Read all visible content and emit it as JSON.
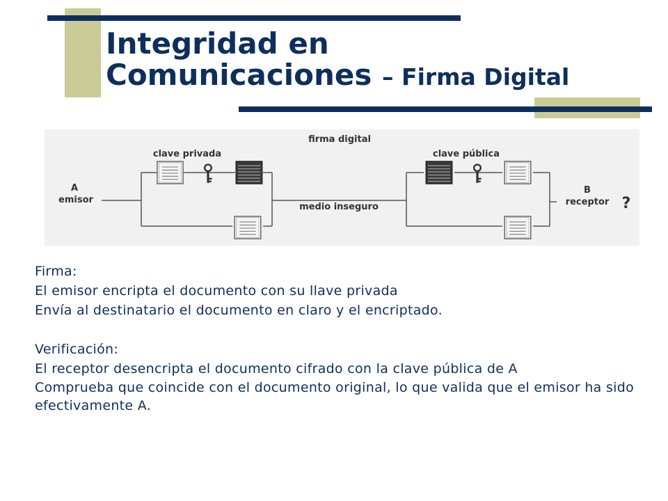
{
  "slide": {
    "title_line1": "Integridad en",
    "title_line2": "Comunicaciones",
    "title_suffix": "– Firma Digital",
    "colors": {
      "navy": "#0e2f5c",
      "khaki": "#cbcb98",
      "diagram_background": "#f1f1f1"
    }
  },
  "diagram": {
    "title": "firma digital",
    "sender_letter": "A",
    "sender_label": "emisor",
    "receiver_letter": "B",
    "receiver_label": "receptor",
    "receiver_mark": "?",
    "private_key_label": "clave privada",
    "public_key_label": "clave pública",
    "channel_label": "medio inseguro",
    "icons": [
      "document-icon",
      "key-icon",
      "encrypted-document-icon"
    ]
  },
  "firma": {
    "heading": "Firma:",
    "lines": [
      "El emisor encripta el documento con su llave privada",
      "Envía al destinatario el documento en claro y el encriptado."
    ]
  },
  "verificacion": {
    "heading": "Verificación:",
    "lines": [
      "El receptor desencripta el documento cifrado con la clave pública de A",
      "Comprueba que coincide con el documento original, lo que valida que el emisor ha sido efectivamente A."
    ]
  }
}
